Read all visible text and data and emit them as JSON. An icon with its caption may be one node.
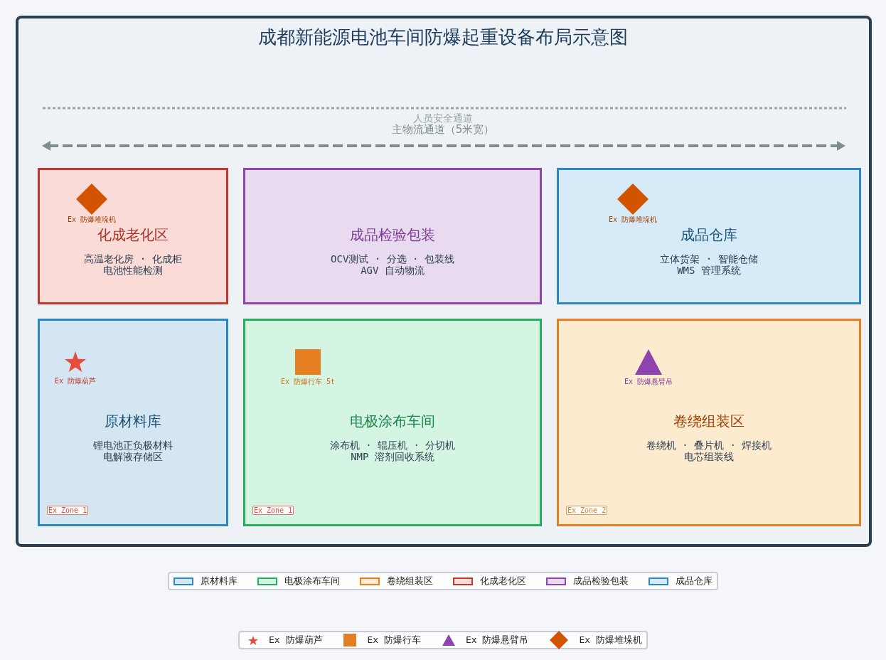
{
  "diagram": {
    "title": "成都新能源电池车间防爆起重设备布局示意图",
    "nodes": [
      {
        "text": [
          "化成老化区",
          "高温老化房 · 化成柜",
          "电池性能检测"
        ]
      },
      {
        "text": [],
        "shape": "diamond",
        "beside": [
          "Ex 防爆堆垛机"
        ],
        "in": 0
      },
      {
        "text": [
          "成品检验包装",
          "OCV测试 · 分选 · 包装线",
          "AGV 自动物流"
        ]
      },
      {
        "text": [
          "成品仓库",
          "立体货架 · 智能仓储",
          "WMS 管理系统"
        ]
      },
      {
        "text": [],
        "shape": "diamond",
        "beside": [
          "Ex 防爆堆垛机"
        ],
        "in": 3
      },
      {
        "text": [
          "原材料库",
          "锂电池正负极材料",
          "电解液存储区"
        ]
      },
      {
        "text": [],
        "shape": "star",
        "beside": [
          "Ex 防爆葫芦"
        ],
        "in": 5
      },
      {
        "text": [
          "Ex Zone 1"
        ],
        "in": 5
      },
      {
        "text": [
          "电极涂布车间",
          "涂布机 · 辊压机 · 分切机",
          "NMP 溶剂回收系统"
        ]
      },
      {
        "text": [],
        "shape": "box",
        "beside": [
          "Ex 防爆行车 5t"
        ],
        "in": 8
      },
      {
        "text": [
          "Ex Zone 1"
        ],
        "in": 8
      },
      {
        "text": [
          "卷绕组装区",
          "卷绕机 · 叠片机 · 焊接机",
          "电芯组装线"
        ]
      },
      {
        "text": [],
        "shape": "triangle",
        "beside": [
          "Ex 防爆悬臂吊"
        ],
        "in": 11
      },
      {
        "text": [
          "Ex Zone 2"
        ],
        "in": 11
      }
    ],
    "labels": [
      "人员安全通道",
      "主物流通道（5米宽）"
    ],
    "legend": [
      {
        "text": "原材料库",
        "color": "#d4e6f1"
      },
      {
        "text": "电极涂布车间",
        "color": "#d5f5e3"
      },
      {
        "text": "卷绕组装区",
        "color": "#fdebd0"
      },
      {
        "text": "化成老化区",
        "color": "#fadbd8"
      },
      {
        "text": "成品检验包装",
        "color": "#e8daef"
      },
      {
        "text": "成品仓库",
        "color": "#d6eaf8"
      },
      {
        "text": "Ex 防爆葫芦"
      },
      {
        "text": "Ex 防爆行车"
      },
      {
        "text": "Ex 防爆悬臂吊"
      },
      {
        "text": "Ex 防爆堆垛机"
      }
    ]
  }
}
